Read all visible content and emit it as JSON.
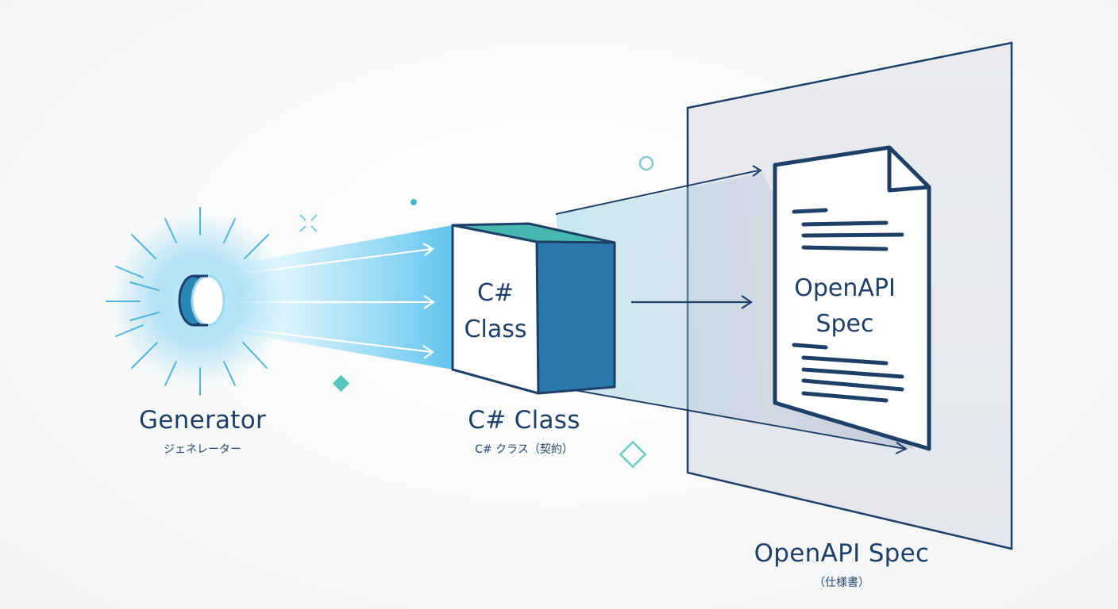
{
  "generator": {
    "title": "Generator",
    "subtitle": "ジェネレーター"
  },
  "csharp_class": {
    "cube_line1": "C#",
    "cube_line2": "Class",
    "title": "C# Class",
    "subtitle": "C# クラス（契約）"
  },
  "openapi": {
    "doc_line1": "OpenAPI",
    "doc_line2": "Spec",
    "title": "OpenAPI Spec",
    "subtitle": "（仕様書）"
  },
  "colors": {
    "navy": "#1e3f68",
    "cube_front": "#ffffff",
    "cube_top": "#46b8b0",
    "cube_side": "#2a78ad",
    "beam": "#5fc4ea",
    "panel": "#e7e9ee",
    "accent_teal": "#4cc3bb"
  }
}
